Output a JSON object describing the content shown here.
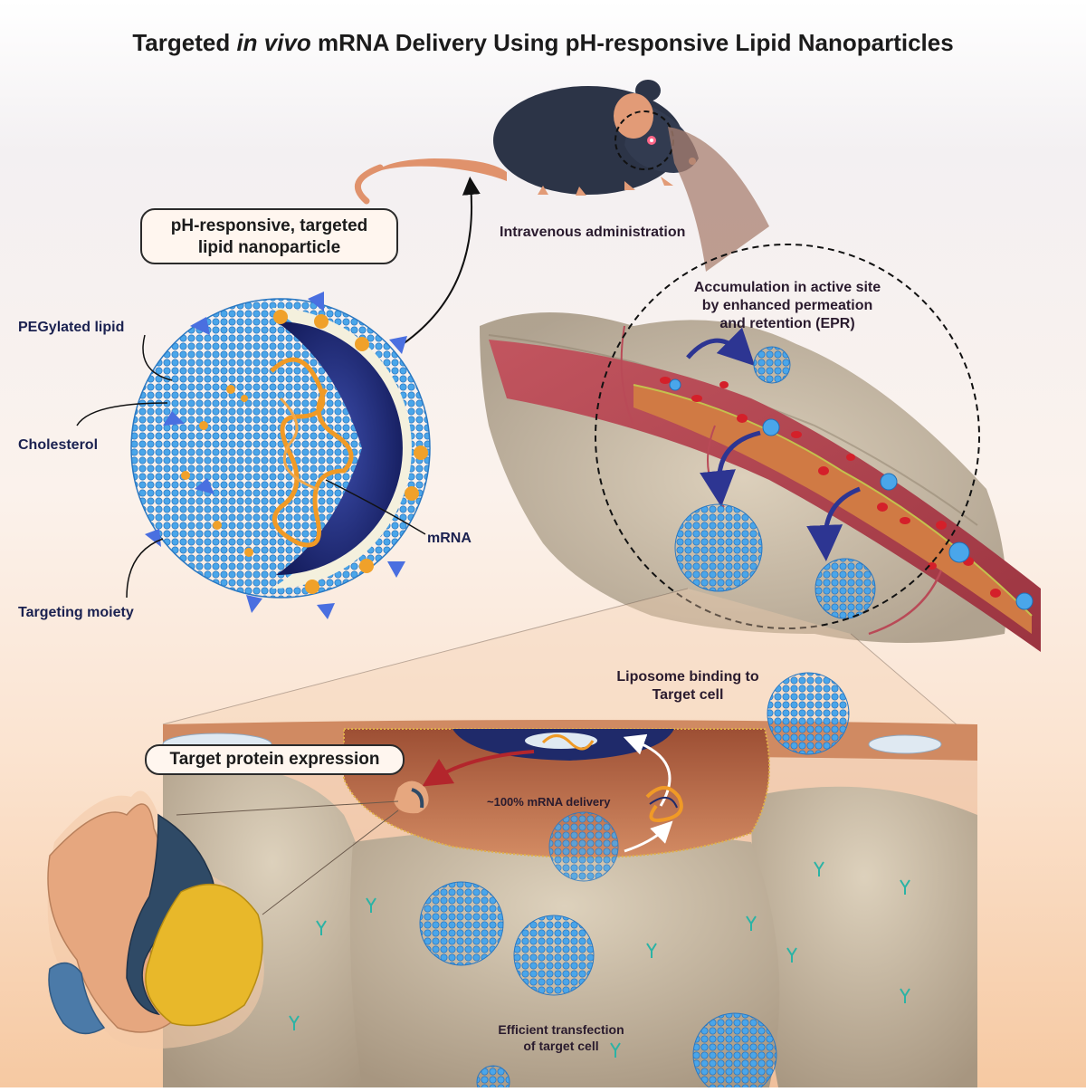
{
  "title": {
    "part1": "Targeted ",
    "italic": "in vivo",
    "part2": " mRNA Delivery Using pH-responsive Lipid Nanoparticles"
  },
  "callouts": {
    "nanoparticle_line1": "pH-responsive, targeted",
    "nanoparticle_line2": "lipid nanoparticle",
    "protein_expression": "Target protein expression"
  },
  "labels": {
    "pegylated_lipid": "PEGylated lipid",
    "cholesterol": "Cholesterol",
    "targeting_moiety": "Targeting moiety",
    "mrna": "mRNA",
    "intravenous": "Intravenous administration",
    "epr_line1": "Accumulation in active site",
    "epr_line2": "by enhanced permeation",
    "epr_line3": "and retention (EPR)",
    "binding_line1": "Liposome binding to",
    "binding_line2": "Target cell",
    "delivery": "~100% mRNA delivery",
    "transfection_line1": "Efficient transfection",
    "transfection_line2": "of target cell"
  },
  "colors": {
    "lipid_blue": "#3f9be0",
    "core_navy": "#1e2a78",
    "mrna_orange": "#f09a26",
    "vessel_red": "#b8434f",
    "rbc_red": "#d4202a",
    "cell_tan": "#cdb99a",
    "protein_yellow": "#e8b82a",
    "protein_peach": "#e6a77f",
    "protein_slate": "#2f4a66"
  }
}
